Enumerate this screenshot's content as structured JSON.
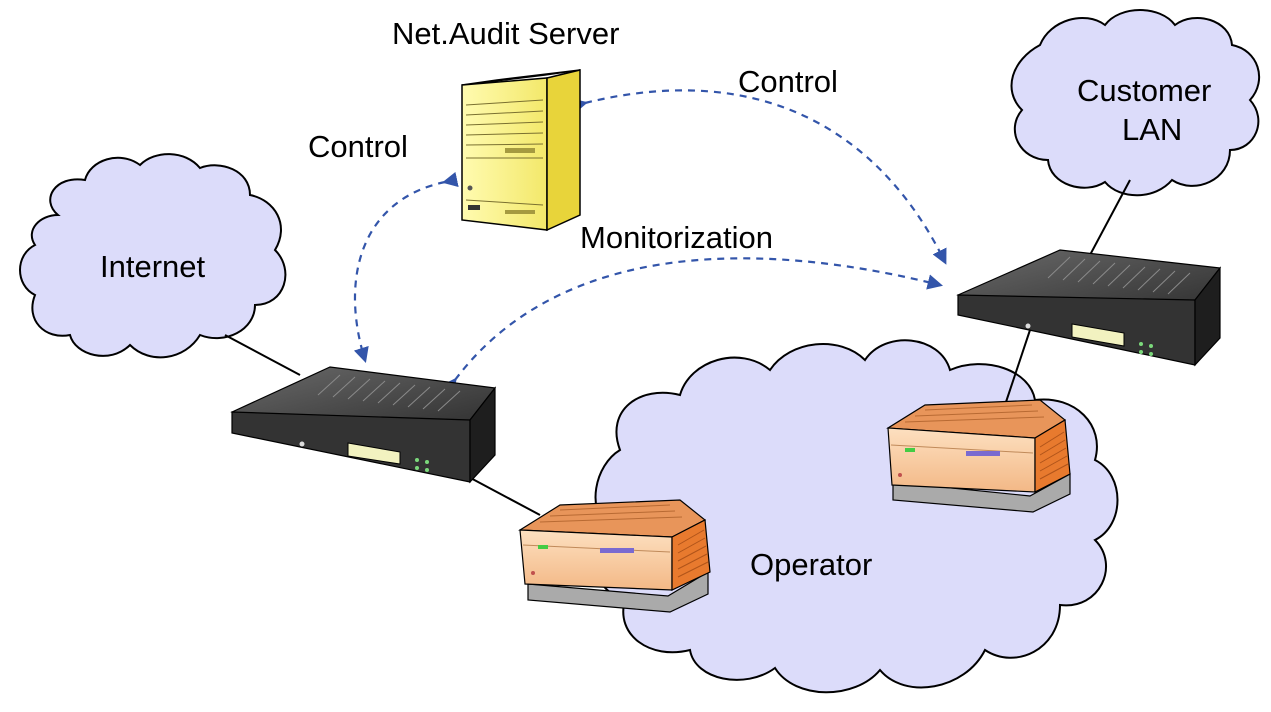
{
  "labels": {
    "server": "Net.Audit Server",
    "control_left": "Control",
    "control_right": "Control",
    "monitorization": "Monitorization",
    "internet": "Internet",
    "customer_line1": "Customer",
    "customer_line2": "LAN",
    "operator": "Operator"
  },
  "colors": {
    "cloud_fill": "#dcdcfa",
    "arrow": "#3355aa",
    "server_fill": "#fff780",
    "router_fill": "#f6c08a",
    "appliance_fill": "#3a3a3a"
  },
  "icons": [
    "cloud-icon",
    "server-icon",
    "network-appliance-icon",
    "router-icon"
  ]
}
